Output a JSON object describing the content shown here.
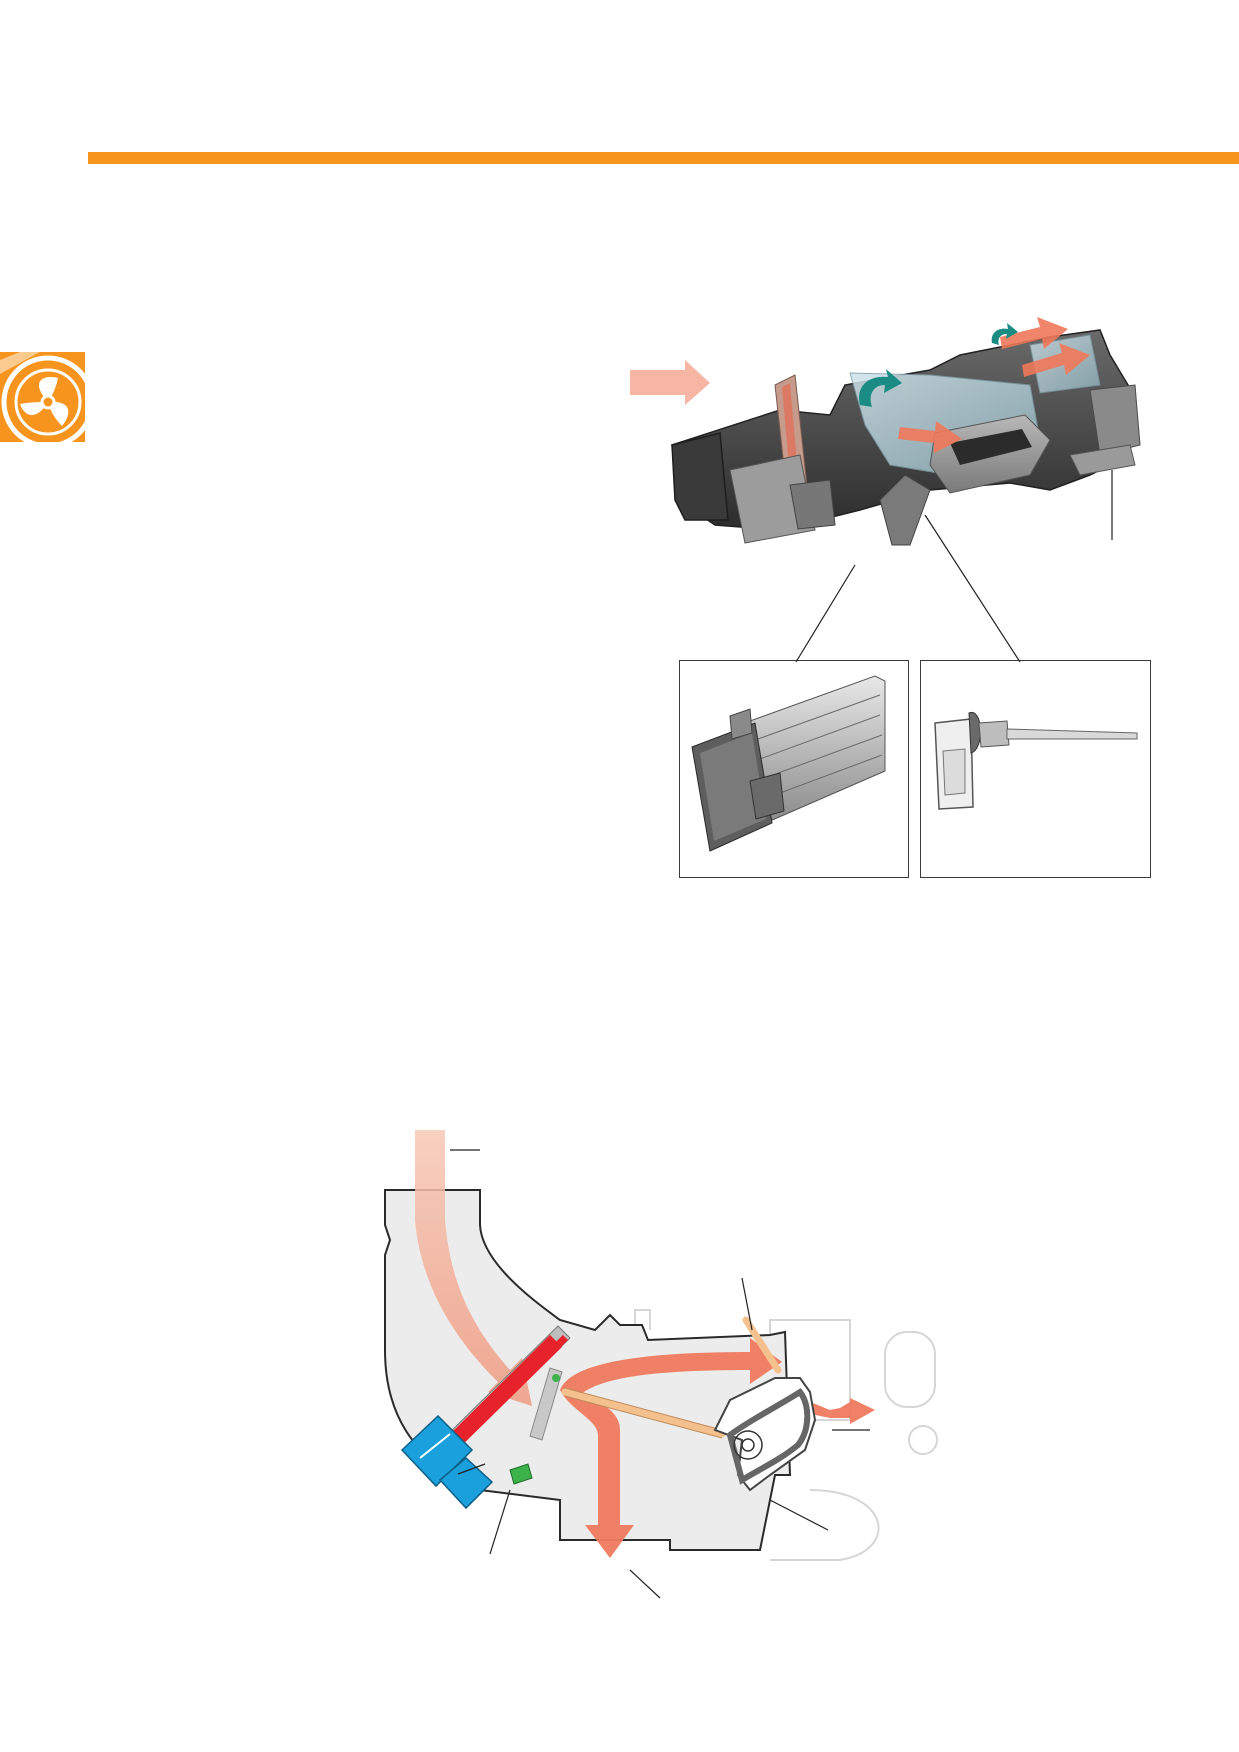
{
  "page": {
    "accent_color": "#F7941D",
    "header_rule": "orange-rule",
    "chapter_icon": "fan-icon"
  },
  "figures": {
    "main": {
      "name": "hvac-unit-illustration",
      "arrow_color_hot": "#F0785A",
      "arrow_color_flap": "#1A8C83"
    },
    "inset_left": {
      "name": "electric-heater-illustration"
    },
    "inset_right": {
      "name": "temperature-sensor-illustration"
    },
    "schematic": {
      "name": "airflow-schematic",
      "colors": {
        "housing": "#ECECEC",
        "heater": "#E8222B",
        "blower_motor": "#1BA0DE",
        "sensor": "#3CB34A",
        "airflow": "#EF7A5E",
        "linkage": "#F4C08E"
      }
    }
  }
}
